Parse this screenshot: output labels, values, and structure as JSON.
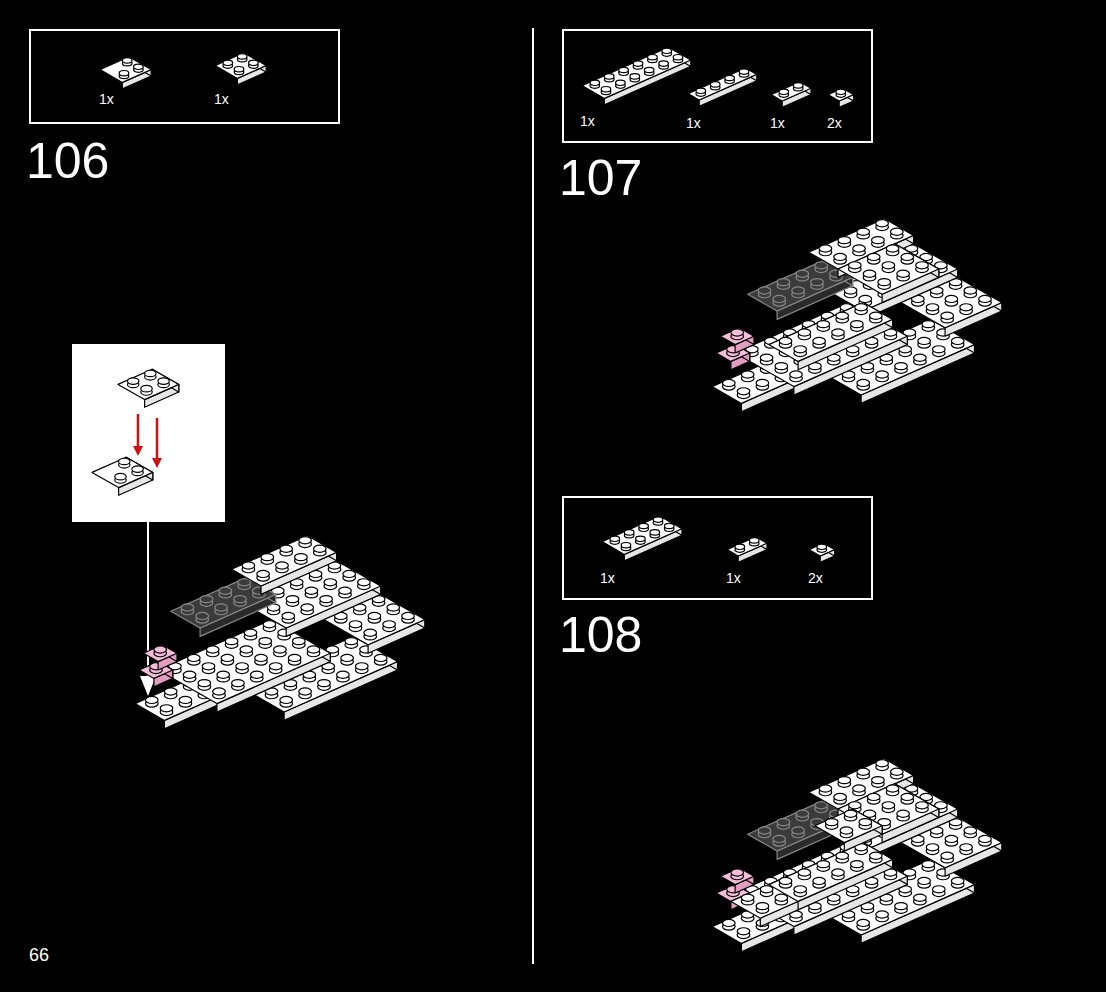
{
  "diagram": {
    "nodes": [
      {
        "text": [
          "1x",
          "1x"
        ]
      },
      {
        "text": [
          "1x",
          "1x",
          "1x",
          "2x"
        ]
      },
      {
        "text": [
          "1x",
          "1x",
          "2x"
        ]
      }
    ],
    "labels": [
      "106",
      "107",
      "108",
      "66"
    ]
  }
}
